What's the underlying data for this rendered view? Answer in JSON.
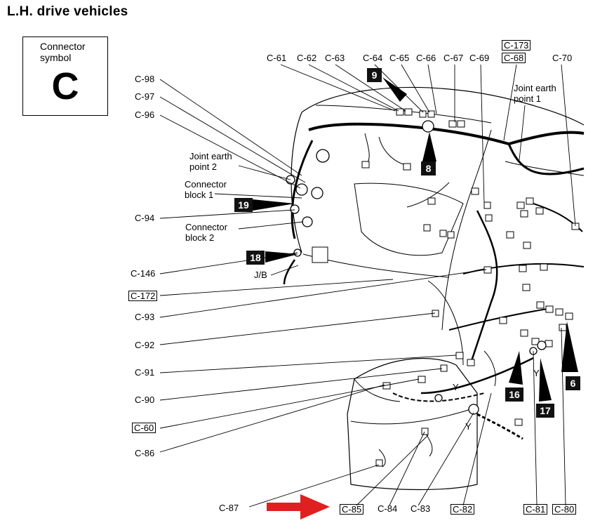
{
  "title": "L.H. drive vehicles",
  "connector_symbol": {
    "caption": "Connector symbol",
    "letter": "C"
  },
  "top_labels": {
    "c61": "C-61",
    "c62": "C-62",
    "c63": "C-63",
    "c64": "C-64",
    "c65": "C-65",
    "c66": "C-66",
    "c67": "C-67",
    "c69": "C-69",
    "c173": "C-173",
    "c68": "C-68",
    "c70": "C-70"
  },
  "left_labels": {
    "c98": "C-98",
    "c97": "C-97",
    "c96": "C-96",
    "joint_earth_2": "Joint earth point 2",
    "connector_block_1": "Connector block 1",
    "c94": "C-94",
    "connector_block_2": "Connector block 2",
    "c146": "C-146",
    "jb": "J/B",
    "c172": "C-172",
    "c93": "C-93",
    "c92": "C-92",
    "c91": "C-91",
    "c90": "C-90",
    "c60": "C-60",
    "c86": "C-86",
    "c87": "C-87"
  },
  "bottom_labels": {
    "c85": "C-85",
    "c84": "C-84",
    "c83": "C-83",
    "c82": "C-82",
    "c81": "C-81",
    "c80": "C-80"
  },
  "other_labels": {
    "joint_earth_1": "Joint earth point 1",
    "y": "Y"
  },
  "badges": {
    "b9": "9",
    "b8": "8",
    "b19": "19",
    "b18": "18",
    "b16": "16",
    "b17": "17",
    "b6": "6"
  },
  "colors": {
    "ink": "#000000",
    "highlight_arrow": "#e02020",
    "badge": "#111111"
  }
}
